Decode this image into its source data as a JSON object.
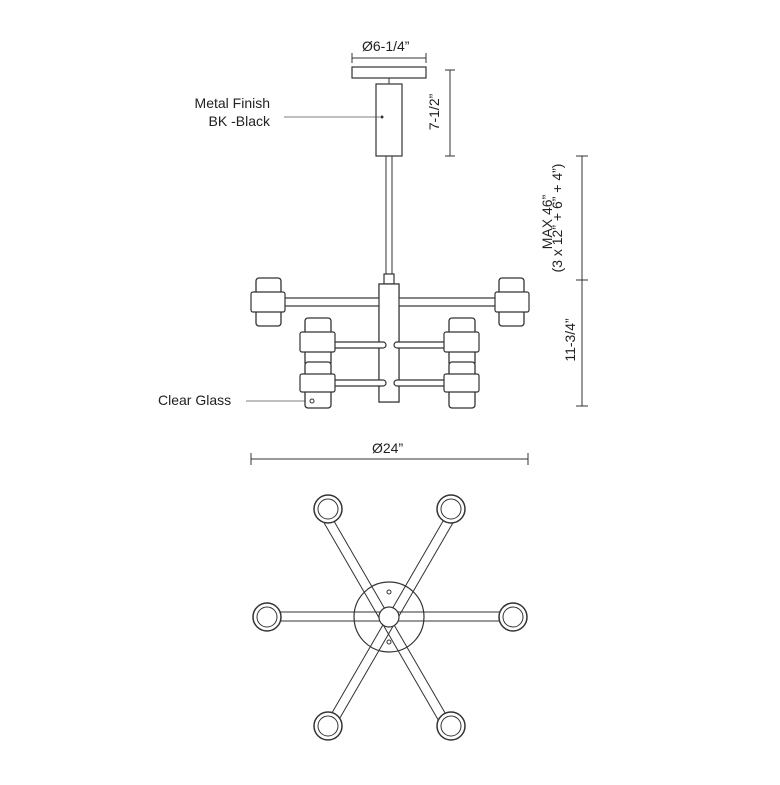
{
  "labels": {
    "canopy_diameter": "Ø6-1/4”",
    "canopy_height": "7-1/2”",
    "metal_finish_line1": "Metal Finish",
    "metal_finish_line2": "BK -Black",
    "max_height_line1": "MAX 46”",
    "max_height_line2": "(3 x 12” + 6” + 4”)",
    "fixture_height": "11-3/4”",
    "clear_glass": "Clear Glass",
    "overall_diameter": "Ø24”"
  }
}
